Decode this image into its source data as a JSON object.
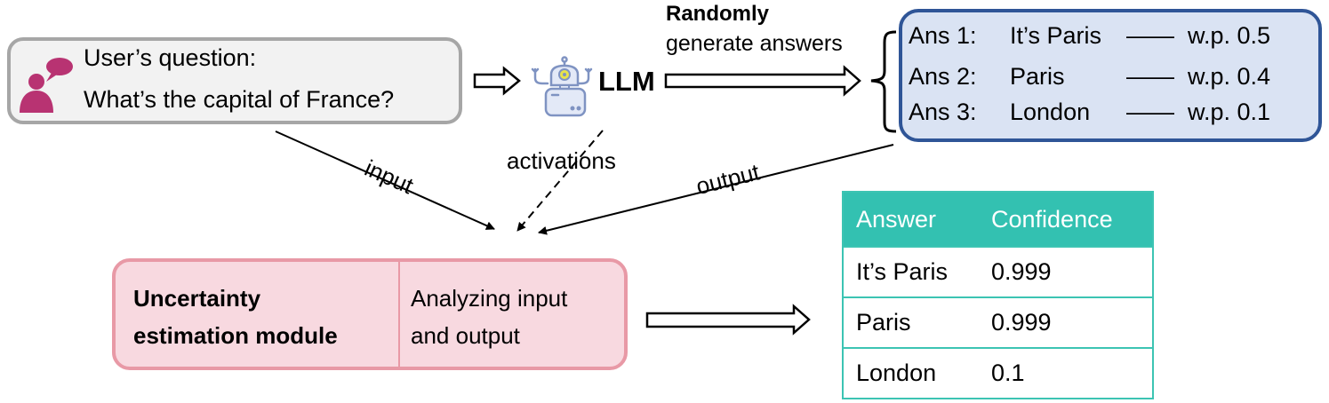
{
  "user_question": {
    "icon": "user-speech-bubble-icon",
    "label": "User’s question:",
    "text": "What’s the capital of France?"
  },
  "llm": {
    "icon": "robot-icon",
    "label": "LLM"
  },
  "generation": {
    "label_bold": "Randomly",
    "label": "generate answers"
  },
  "answers": [
    {
      "id": "Ans 1:",
      "text": "It’s Paris",
      "dash": "——",
      "prob": "w.p. 0.5"
    },
    {
      "id": "Ans 2:",
      "text": "Paris",
      "dash": "——",
      "prob": "w.p. 0.4"
    },
    {
      "id": "Ans 3:",
      "text": "London",
      "dash": "——",
      "prob": "w.p. 0.1"
    }
  ],
  "edges": {
    "input": "input",
    "activations": "activations",
    "output": "output"
  },
  "module": {
    "title_line1": "Uncertainty",
    "title_line2": "estimation module",
    "desc_line1": "Analyzing input",
    "desc_line2": "and output"
  },
  "confidence_table": {
    "headers": [
      "Answer",
      "Confidence"
    ],
    "rows": [
      [
        "It’s Paris",
        "0.999"
      ],
      [
        "Paris",
        "0.999"
      ],
      [
        "London",
        "0.1"
      ]
    ]
  },
  "colors": {
    "question_box_fill": "#f2f2f2",
    "question_box_border": "#a6a6a6",
    "user_icon": "#b83372",
    "answers_box_fill": "#dae3f3",
    "answers_box_border": "#2f5597",
    "module_fill": "#f8d9e0",
    "module_border": "#e899a6",
    "table_header": "#33c1b1",
    "robot_outline": "#7f93c2",
    "robot_fill": "#e3e9f7",
    "robot_eye": "#e8e34a"
  }
}
